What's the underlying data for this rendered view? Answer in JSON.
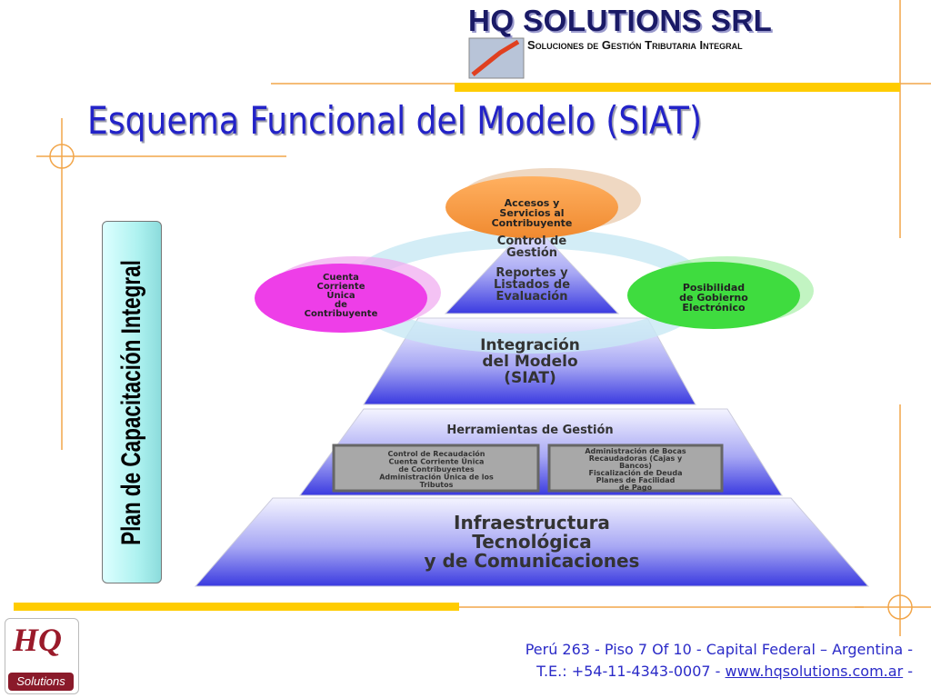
{
  "header": {
    "company": "HQ SOLUTIONS SRL",
    "tagline": "Soluciones de Gestión Tributaria Integral"
  },
  "title": "Esquema Funcional del Modelo (SIAT)",
  "sidebar": {
    "label": "Plan de Capacitación Integral"
  },
  "diagram": {
    "ellipses": {
      "top": [
        "Accesos y",
        "Servicios al",
        "Contribuyente"
      ],
      "left": [
        "Cuenta",
        "Corriente",
        "Única",
        "de",
        "Contribuyente"
      ],
      "right": [
        "Posibilidad",
        "de Gobierno",
        "Electrónico"
      ]
    },
    "tier1": [
      "Control de",
      "Gestión",
      "Reportes y",
      "Listados de",
      "Evaluación"
    ],
    "tier2": [
      "Integración",
      "del Modelo",
      "(SIAT)"
    ],
    "tier3": {
      "title": "Herramientas de Gestión",
      "box_left": [
        "Control de Recaudación",
        "Cuenta Corriente Única",
        "de Contribuyentes",
        "Administración Única de los",
        "Tributos"
      ],
      "box_right": [
        "Administración de Bocas",
        "Recaudadoras (Cajas y",
        "Bancos)",
        "Fiscalización de Deuda",
        "Planes de Facilidad",
        "de Pago"
      ]
    },
    "tier4": [
      "Infraestructura",
      "Tecnológica",
      "y de Comunicaciones"
    ],
    "colors": {
      "orange": "#f79a3c",
      "magenta": "#ee3ee8",
      "green": "#3fdc3f",
      "pyramid": "#4a4ae0"
    }
  },
  "footer": {
    "address_line1": "Perú 263 - Piso 7 Of 10 - Capital Federal – Argentina -",
    "phone": "T.E.: +54-11-4343-0007 - ",
    "website": "www.hqsolutions.com.ar",
    "suffix": " -",
    "logo_text": "HQ",
    "logo_sub": "Solutions"
  }
}
